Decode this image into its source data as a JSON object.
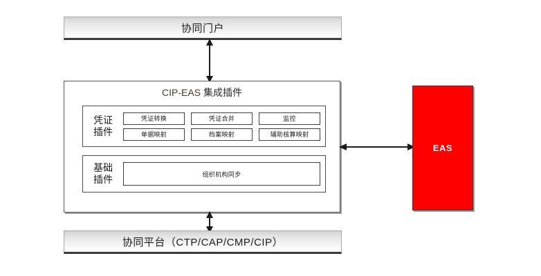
{
  "diagram": {
    "title_text": "CIP-EAS 集成插件",
    "top_box": {
      "label": "协同门户"
    },
    "bottom_box": {
      "label": "协同平台（CTP/CAP/CMP/CIP）"
    },
    "external_system": {
      "label": "EAS",
      "color": "#FE0000",
      "text_color": "#FFFFFF"
    },
    "main_container": {
      "title_latin": "CIP-EAS",
      "title_cjk": " 集成插件",
      "groups": [
        {
          "name": "voucher-plugin-group",
          "label": "凭证插件",
          "label_lines": [
            "凭证",
            "插件"
          ],
          "rows": [
            [
              "凭证转换",
              "凭证合并",
              "监控"
            ],
            [
              "单据映射",
              "档案映射",
              "辅助核算映射"
            ]
          ]
        },
        {
          "name": "base-plugin-group",
          "label": "基础插件",
          "label_lines": [
            "基础",
            "插件"
          ],
          "rows": [
            [
              "组织机构同步"
            ]
          ]
        }
      ]
    },
    "connectors": [
      {
        "name": "portal-to-main",
        "type": "double-arrow-vertical"
      },
      {
        "name": "main-to-platform",
        "type": "double-arrow-vertical"
      },
      {
        "name": "main-to-eas",
        "type": "double-arrow-horizontal"
      }
    ],
    "colors": {
      "bar_border": "#A8A8A8",
      "bar_underline": "#3A3A3A",
      "box_border": "#565656",
      "accent_red": "#FE0000",
      "background": "#FFFFFF"
    }
  }
}
